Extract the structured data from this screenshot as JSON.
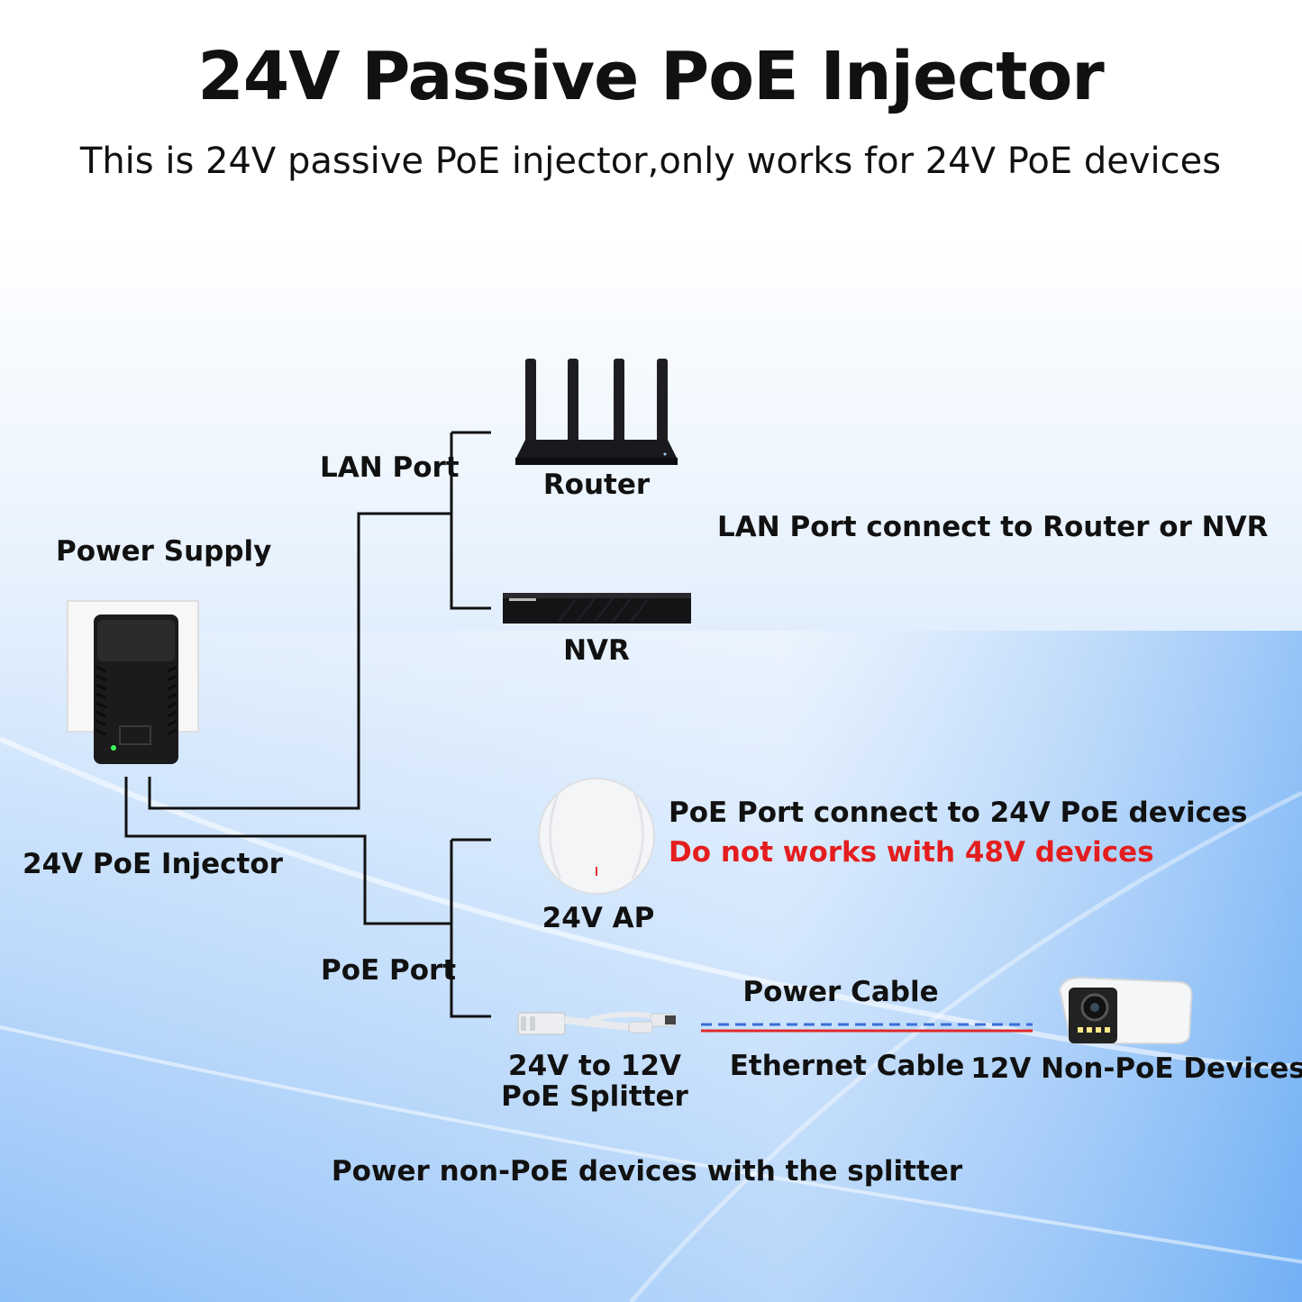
{
  "title": "24V Passive PoE Injector",
  "subtitle": "This is 24V passive PoE injector,only works for 24V PoE devices",
  "labels": {
    "power_supply": "Power Supply",
    "injector": "24V PoE Injector",
    "lan_port": "LAN Port",
    "poe_port": "PoE Port",
    "router": "Router",
    "nvr": "NVR",
    "ap": "24V AP",
    "splitter_line1": "24V to 12V",
    "splitter_line2": "PoE Splitter",
    "power_cable": "Power Cable",
    "ethernet_cable": "Ethernet Cable",
    "non_poe_devices": "12V Non-PoE Devices"
  },
  "notes": {
    "lan_note": "LAN Port connect to Router or NVR",
    "poe_note": "PoE Port connect to 24V PoE devices",
    "poe_warning": "Do not works with 48V devices",
    "splitter_note": "Power non-PoE devices with the splitter"
  },
  "colors": {
    "power_cable": "#3a6fd8",
    "ethernet_cable": "#e02a2a",
    "warning": "#e41e1e"
  },
  "icons": [
    "router-icon",
    "nvr-icon",
    "poe-injector-icon",
    "access-point-icon",
    "splitter-icon",
    "camera-icon"
  ]
}
